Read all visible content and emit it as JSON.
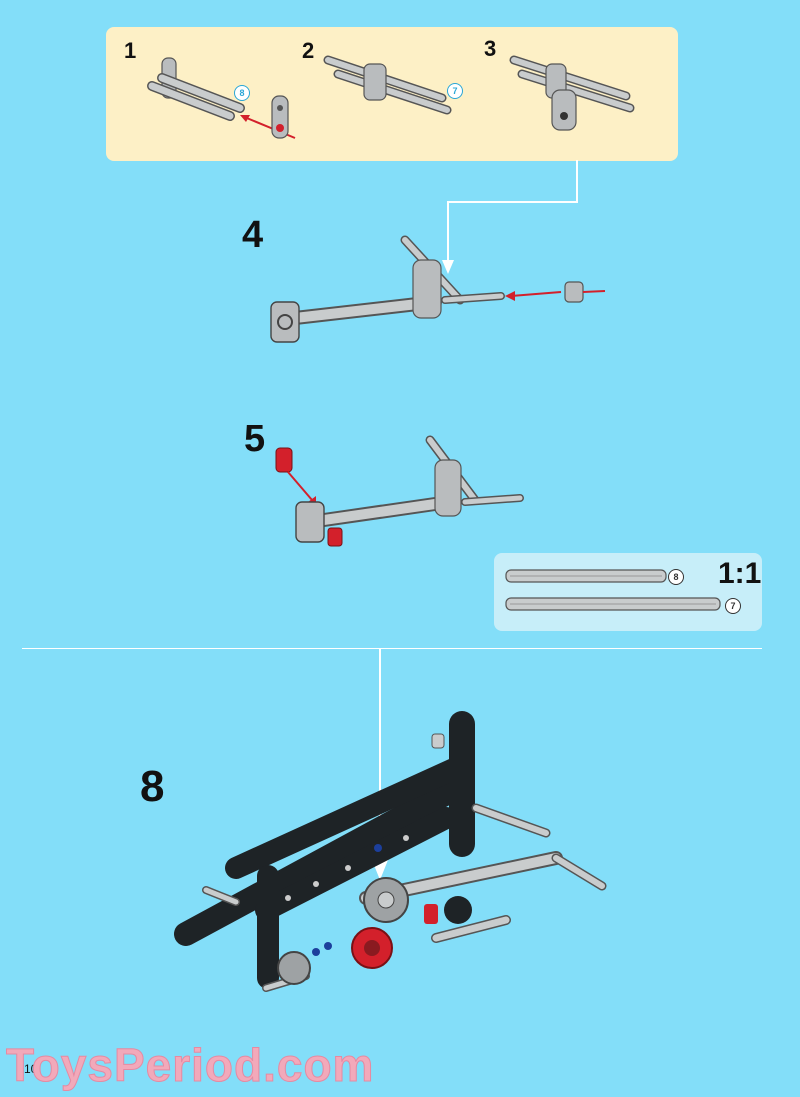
{
  "steps": {
    "s1": "1",
    "s2": "2",
    "s3": "3",
    "s4": "4",
    "s5": "5",
    "s8": "8"
  },
  "callouts": {
    "c_step1": "8",
    "c_step2": "7",
    "ref_a": "8",
    "ref_b": "7"
  },
  "reference": {
    "scale": "1:1"
  },
  "footer": {
    "page_number": "10",
    "watermark": "ToysPeriod.com"
  },
  "colors": {
    "background": "#83def9",
    "subassembly_panel": "#fdf0c6",
    "reference_panel": "#c7eef9",
    "part_gray": "#b9bcbe",
    "part_dark": "#1e2326",
    "part_red": "#d3202b",
    "arrow_red": "#d3202b",
    "watermark": "#f2a9ba"
  }
}
